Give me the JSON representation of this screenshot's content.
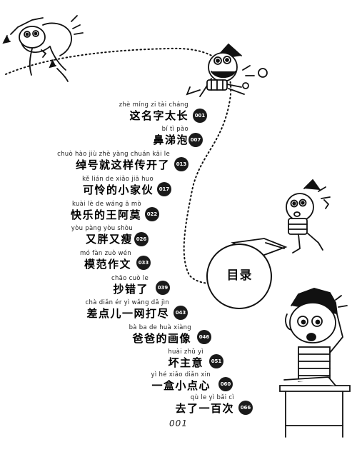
{
  "toc_heading": "目录",
  "page_number": "001",
  "toc": [
    {
      "pinyin": "zhè míng zi  tài  cháng",
      "title": "这名字太长",
      "number": "001"
    },
    {
      "pinyin": "bí   tì   pào",
      "title": "鼻涕泡",
      "number": "007"
    },
    {
      "pinyin": "chuò hào  jiù  zhè yàng chuán kāi   le",
      "title": "绰号就这样传开了",
      "number": "013"
    },
    {
      "pinyin": "kě  lián  de  xiǎo  jiā  huo",
      "title": "可怜的小家伙",
      "number": "017"
    },
    {
      "pinyin": "kuài  lè   de wáng ā   mò",
      "title": "快乐的王阿莫",
      "number": "022"
    },
    {
      "pinyin": "yòu pàng yòu shòu",
      "title": "又胖又瘦",
      "number": "026"
    },
    {
      "pinyin": "mó  fàn  zuò  wén",
      "title": "模范作文",
      "number": "033"
    },
    {
      "pinyin": "chāo cuò   le",
      "title": "抄错了",
      "number": "039"
    },
    {
      "pinyin": "chà  diǎn   ér   yì  wǎng  dǎ   jìn",
      "title": "差点儿一网打尽",
      "number": "043"
    },
    {
      "pinyin": "bà   ba   de  huà xiàng",
      "title": "爸爸的画像",
      "number": "046"
    },
    {
      "pinyin": "huài zhǔ   yì",
      "title": "坏主意",
      "number": "051"
    },
    {
      "pinyin": "yì   hé  xiǎo diǎn  xin",
      "title": "一盒小点心",
      "number": "060"
    },
    {
      "pinyin": "qù   le   yì  bǎi   cì",
      "title": "去了一百次",
      "number": "066"
    }
  ]
}
